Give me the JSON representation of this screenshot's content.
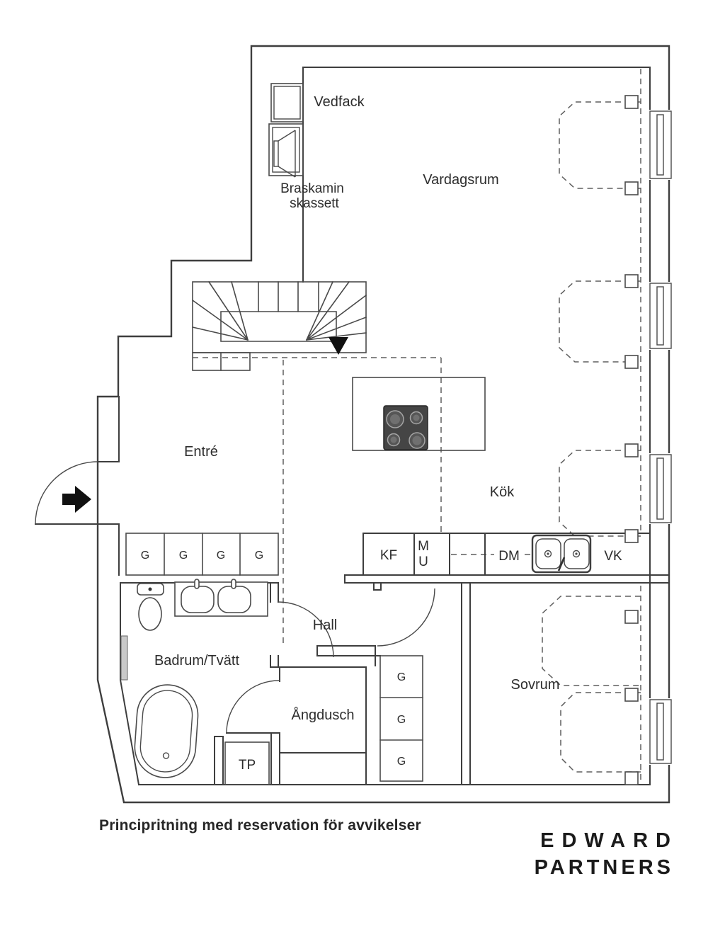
{
  "rooms": {
    "vedfack": "Vedfack",
    "braskamin_line1": "Braskamin",
    "braskamin_line2": "skassett",
    "vardagsrum": "Vardagsrum",
    "entre": "Entré",
    "kok": "Kök",
    "hall": "Hall",
    "badrum": "Badrum/Tvätt",
    "angdusch": "Ångdusch",
    "sovrum": "Sovrum"
  },
  "appliances": {
    "kf": "KF",
    "m": "M",
    "u": "U",
    "dm": "DM",
    "vk": "VK",
    "tp": "TP"
  },
  "wardrobes_row": [
    "G",
    "G",
    "G",
    "G"
  ],
  "wardrobes_col": [
    "G",
    "G",
    "G"
  ],
  "caption": "Principritning med reservation för avvikelser",
  "logo": {
    "line1": "EDWARD",
    "line2": "PARTNERS"
  },
  "colors": {
    "wall": "#3e3e3e",
    "dashed": "#5f5f5f",
    "text": "#2d2d2d",
    "logo": "#1b1b1b",
    "cooktop": "#454545",
    "background": "#ffffff"
  }
}
